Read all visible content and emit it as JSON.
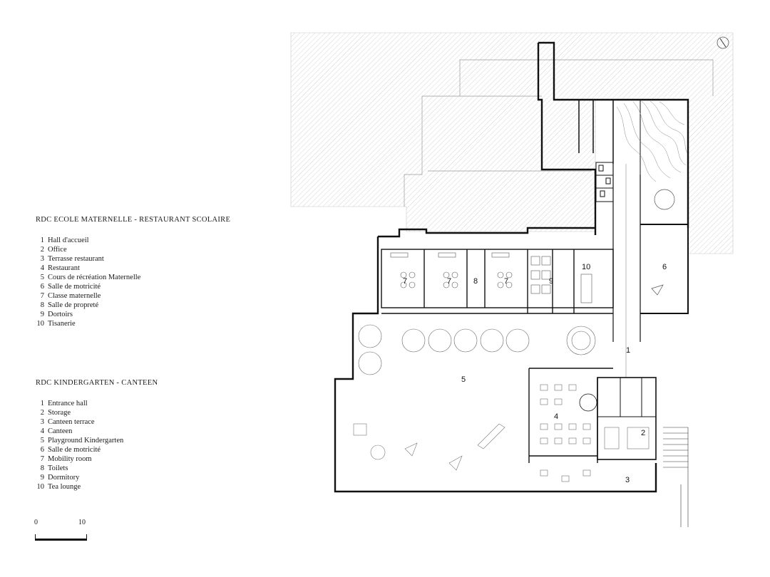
{
  "legend_fr": {
    "title": "RDC ECOLE MATERNELLE - RESTAURANT SCOLAIRE",
    "items": [
      {
        "n": "1",
        "label": "Hall d'accueil"
      },
      {
        "n": "2",
        "label": "Office"
      },
      {
        "n": "3",
        "label": "Terrasse restaurant"
      },
      {
        "n": "4",
        "label": "Restaurant"
      },
      {
        "n": "5",
        "label": "Cours de récréation Maternelle"
      },
      {
        "n": "6",
        "label": "Salle de motricité"
      },
      {
        "n": "7",
        "label": "Classe maternelle"
      },
      {
        "n": "8",
        "label": "Salle de propreté"
      },
      {
        "n": "9",
        "label": "Dortoirs"
      },
      {
        "n": "10",
        "label": "Tisanerie"
      }
    ]
  },
  "legend_en": {
    "title": "RDC KINDERGARTEN - CANTEEN",
    "items": [
      {
        "n": "1",
        "label": "Entrance hall"
      },
      {
        "n": "2",
        "label": "Storage"
      },
      {
        "n": "3",
        "label": "Canteen terrace"
      },
      {
        "n": "4",
        "label": "Canteen"
      },
      {
        "n": "5",
        "label": "Playground Kindergarten"
      },
      {
        "n": "6",
        "label": "Salle de motricité"
      },
      {
        "n": "7",
        "label": "Mobility room"
      },
      {
        "n": "8",
        "label": "Toilets"
      },
      {
        "n": "9",
        "label": "Dormitory"
      },
      {
        "n": "10",
        "label": "Tea lounge"
      }
    ]
  },
  "scale_bar": {
    "min_label": "0",
    "max_label": "10"
  },
  "room_labels": {
    "r1": "1",
    "r2": "2",
    "r3": "3",
    "r4": "4",
    "r5": "5",
    "r6": "6",
    "r7a": "7",
    "r7b": "7",
    "r7c": "7",
    "r8": "8",
    "r9": "9",
    "r10": "10"
  },
  "colors": {
    "ink": "#1a1a1a",
    "hatch": "#b8b8b8"
  }
}
